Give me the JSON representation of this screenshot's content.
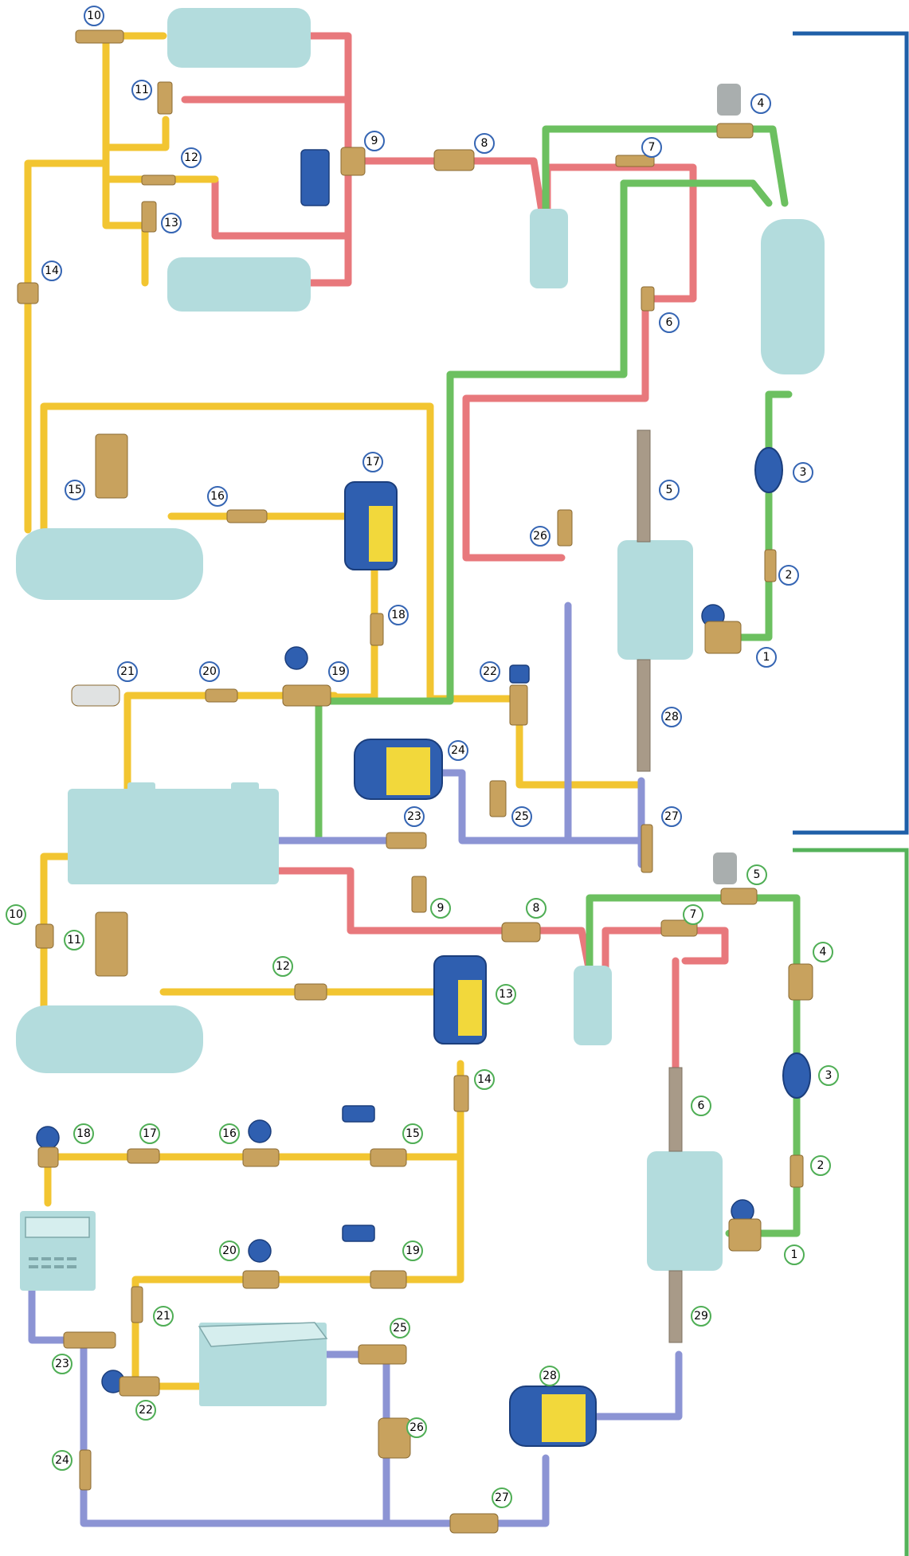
{
  "colors": {
    "discharge": "#e8787c",
    "liquid": "#f2c531",
    "suction": "#8c94d4",
    "pilot": "#6cc060",
    "component_fill": "#b3dcdd",
    "brass": "#c8a25e",
    "copper": "#c98b6f",
    "blue_part": "#2f5fb0",
    "frame_top": "#1f5fa8",
    "frame_bottom": "#55b25a",
    "badge_top_border": "#3565b3",
    "badge_bottom_border": "#4fae55"
  },
  "top_labels": [
    "10",
    "11",
    "12",
    "13",
    "14",
    "9",
    "8",
    "7",
    "4",
    "6",
    "5",
    "3",
    "2",
    "1",
    "17",
    "16",
    "15",
    "18",
    "21",
    "20",
    "19",
    "22",
    "26",
    "24",
    "23",
    "25",
    "27",
    "28"
  ],
  "bottom_labels": [
    "10",
    "11",
    "9",
    "8",
    "7",
    "5",
    "4",
    "3",
    "2",
    "1",
    "6",
    "12",
    "13",
    "14",
    "18",
    "17",
    "16",
    "15",
    "20",
    "19",
    "21",
    "22",
    "23",
    "24",
    "25",
    "26",
    "27",
    "28",
    "29"
  ]
}
